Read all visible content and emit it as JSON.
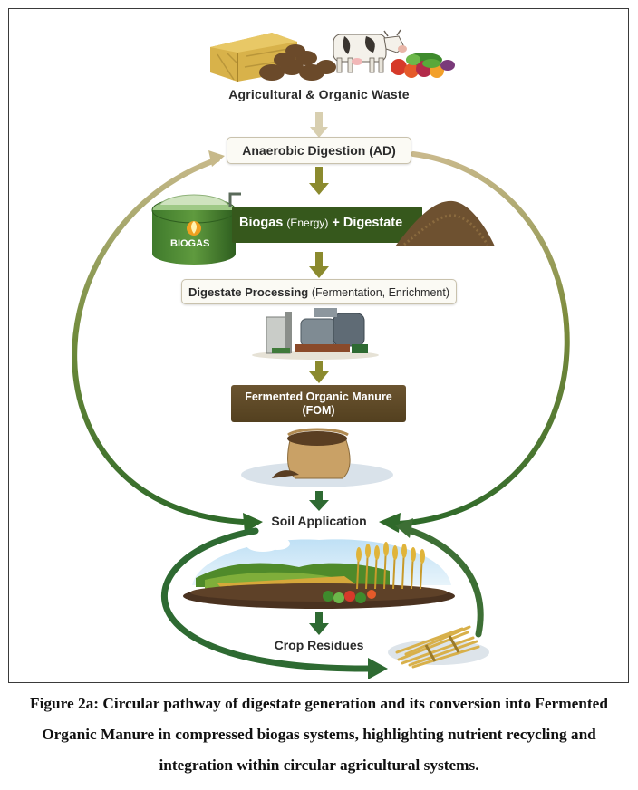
{
  "diagram": {
    "nodes": {
      "waste": "Agricultural & Organic Waste",
      "ad": "Anaerobic Digestion (AD)",
      "biogas_main": "Biogas",
      "biogas_energy": "(Energy)",
      "biogas_digestate": "+ Digestate",
      "tank_label": "BIOGAS",
      "processing_main": "Digestate Processing",
      "processing_detail": "(Fermentation, Enrichment)",
      "fom_line1": "Fermented Organic Manure",
      "fom_line2": "(FOM)",
      "soil": "Soil Application",
      "residues": "Crop Residues"
    },
    "colors": {
      "arrow_olive": "#8b8a2e",
      "loop_outer_start": "#c7b98a",
      "loop_outer_end": "#2f6a2a",
      "loop_inner": "#2e6a32",
      "fom_box": "#5e4826",
      "biogas_banner": "#36581c"
    }
  },
  "caption": {
    "line1": "Figure 2a: Circular pathway of digestate generation and its conversion into Fermented",
    "line2": "Organic Manure in compressed biogas systems, highlighting nutrient recycling and",
    "line3": "integration within circular agricultural systems."
  }
}
